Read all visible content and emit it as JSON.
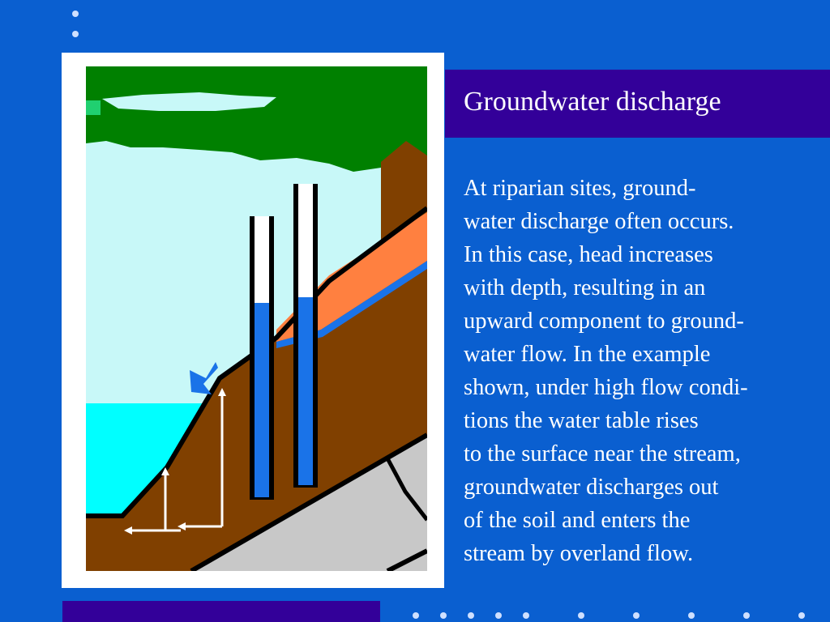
{
  "slide": {
    "title": "Groundwater discharge",
    "body_lines": [
      "At riparian sites, ground-",
      "water discharge often occurs.",
      "In this case, head increases",
      "with depth, resulting in an",
      "upward component to ground-",
      "water flow. In the example",
      "shown, under high flow condi-",
      "tions the water table rises",
      "to the surface near the stream,",
      "groundwater discharges out",
      "of the soil and enters the",
      "stream by overland flow."
    ]
  },
  "colors": {
    "background": "#0a5fd0",
    "title_bar": "#330099",
    "sky": "#c8f8f8",
    "foliage": "#008000",
    "stream": "#00ffff",
    "soil": "#804000",
    "orange_layer": "#ff8040",
    "bedrock": "#c8c8c8",
    "water_blue": "#1a73e8"
  }
}
